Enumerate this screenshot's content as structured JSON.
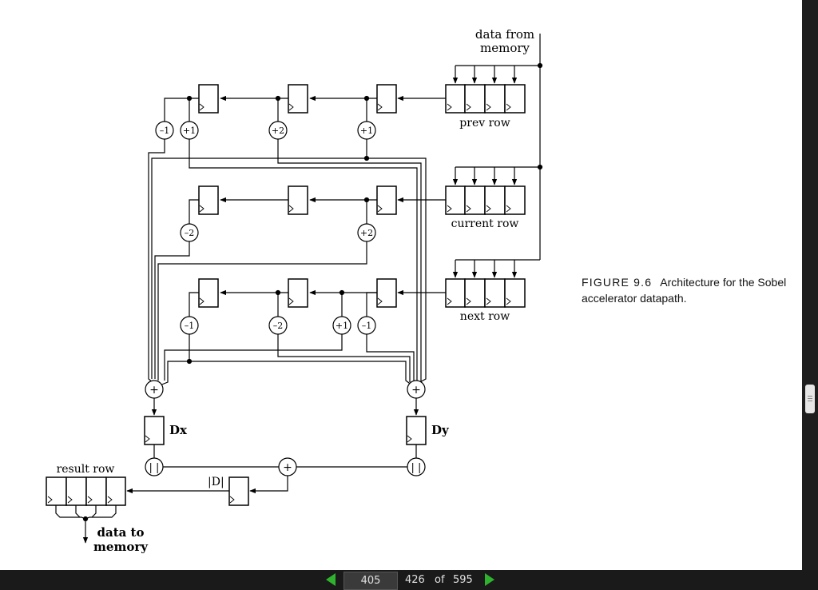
{
  "diagram": {
    "labels": {
      "data_from_memory_1": "data from",
      "data_from_memory_2": "memory",
      "prev_row": "prev row",
      "current_row": "current row",
      "next_row": "next row",
      "dx": "Dx",
      "dy": "Dy",
      "result_row": "result row",
      "abs_d": "|D|",
      "data_to_memory_1": "data to",
      "data_to_memory_2": "memory"
    },
    "coefficients": {
      "prev_dx": "–1",
      "prev_dy_a": "+1",
      "prev_dy_b": "+2",
      "prev_dy_c": "+1",
      "cur_dx_a": "–2",
      "cur_dx_b": "+2",
      "next_dx": "+1",
      "next_dy_a": "–1",
      "next_dy_b": "–2",
      "next_dy_c": "–1"
    },
    "operators": {
      "sum_dx": "+",
      "sum_dy": "+",
      "sum_final": "+",
      "abs_dx": "| |",
      "abs_dy": "| |"
    }
  },
  "caption": {
    "figure": "FIGURE 9.6",
    "text": "Architecture for the Sobel accelerator datapath."
  },
  "viewer": {
    "page_input": "405",
    "current_page": "426",
    "of_label": "of",
    "total_pages": "595"
  }
}
